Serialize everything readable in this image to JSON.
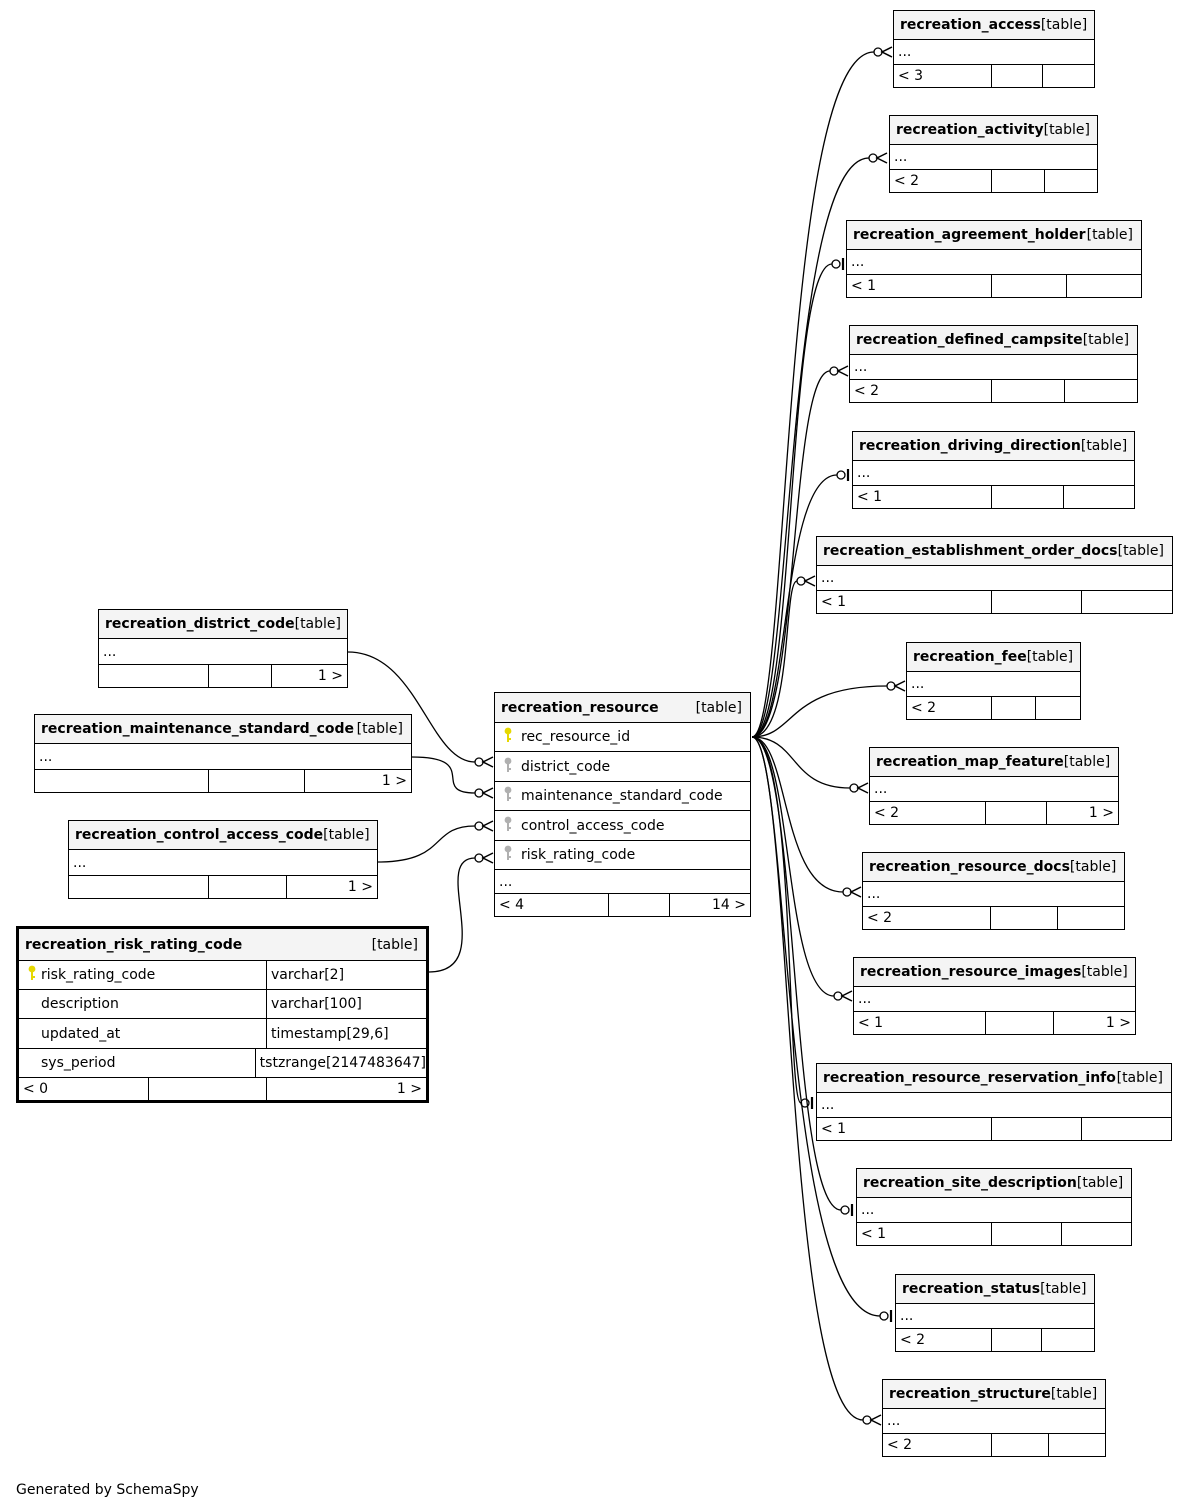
{
  "footer": {
    "generated_by": "Generated by SchemaSpy"
  },
  "colors": {
    "primary_key_icon": "#e6d800",
    "foreign_key_icon": "#b0b0b0",
    "header_bg": "#f4f4f4",
    "line": "#000000"
  },
  "center_table": {
    "name": "recreation_resource",
    "kind": "[table]",
    "columns": [
      {
        "name": "rec_resource_id",
        "key": "primary-key-icon"
      },
      {
        "name": "district_code",
        "key": "foreign-key-icon"
      },
      {
        "name": "maintenance_standard_code",
        "key": "foreign-key-icon"
      },
      {
        "name": "control_access_code",
        "key": "foreign-key-icon"
      },
      {
        "name": "risk_rating_code",
        "key": "foreign-key-icon"
      }
    ],
    "ellipsis": "...",
    "children_label": "< 4",
    "mid_label": "",
    "parents_label": "14 >"
  },
  "focus_table": {
    "name": "recreation_risk_rating_code",
    "kind": "[table]",
    "columns": [
      {
        "name": "risk_rating_code",
        "type": "varchar[2]",
        "key": "primary-key-icon"
      },
      {
        "name": "description",
        "type": "varchar[100]",
        "key": ""
      },
      {
        "name": "updated_at",
        "type": "timestamp[29,6]",
        "key": ""
      },
      {
        "name": "sys_period",
        "type": "tstzrange[2147483647]",
        "key": ""
      }
    ],
    "children_label": "< 0",
    "mid_label": "",
    "parents_label": "1 >"
  },
  "left_tables": [
    {
      "name": "recreation_district_code",
      "kind": "[table]",
      "ellipsis": "...",
      "children_label": "",
      "mid_label": "",
      "parents_label": "1 >"
    },
    {
      "name": "recreation_maintenance_standard_code",
      "kind": "[table]",
      "ellipsis": "...",
      "children_label": "",
      "mid_label": "",
      "parents_label": "1 >"
    },
    {
      "name": "recreation_control_access_code",
      "kind": "[table]",
      "ellipsis": "...",
      "children_label": "",
      "mid_label": "",
      "parents_label": "1 >"
    }
  ],
  "right_tables": [
    {
      "name": "recreation_access",
      "kind": "[table]",
      "ellipsis": "...",
      "children_label": "< 3",
      "mid_label": "",
      "parents_label": ""
    },
    {
      "name": "recreation_activity",
      "kind": "[table]",
      "ellipsis": "...",
      "children_label": "< 2",
      "mid_label": "",
      "parents_label": ""
    },
    {
      "name": "recreation_agreement_holder",
      "kind": "[table]",
      "ellipsis": "...",
      "children_label": "< 1",
      "mid_label": "",
      "parents_label": ""
    },
    {
      "name": "recreation_defined_campsite",
      "kind": "[table]",
      "ellipsis": "...",
      "children_label": "< 2",
      "mid_label": "",
      "parents_label": ""
    },
    {
      "name": "recreation_driving_direction",
      "kind": "[table]",
      "ellipsis": "...",
      "children_label": "< 1",
      "mid_label": "",
      "parents_label": ""
    },
    {
      "name": "recreation_establishment_order_docs",
      "kind": "[table]",
      "ellipsis": "...",
      "children_label": "< 1",
      "mid_label": "",
      "parents_label": ""
    },
    {
      "name": "recreation_fee",
      "kind": "[table]",
      "ellipsis": "...",
      "children_label": "< 2",
      "mid_label": "",
      "parents_label": ""
    },
    {
      "name": "recreation_map_feature",
      "kind": "[table]",
      "ellipsis": "...",
      "children_label": "< 2",
      "mid_label": "",
      "parents_label": "1 >"
    },
    {
      "name": "recreation_resource_docs",
      "kind": "[table]",
      "ellipsis": "...",
      "children_label": "< 2",
      "mid_label": "",
      "parents_label": ""
    },
    {
      "name": "recreation_resource_images",
      "kind": "[table]",
      "ellipsis": "...",
      "children_label": "< 1",
      "mid_label": "",
      "parents_label": "1 >"
    },
    {
      "name": "recreation_resource_reservation_info",
      "kind": "[table]",
      "ellipsis": "...",
      "children_label": "< 1",
      "mid_label": "",
      "parents_label": ""
    },
    {
      "name": "recreation_site_description",
      "kind": "[table]",
      "ellipsis": "...",
      "children_label": "< 1",
      "mid_label": "",
      "parents_label": ""
    },
    {
      "name": "recreation_status",
      "kind": "[table]",
      "ellipsis": "...",
      "children_label": "< 2",
      "mid_label": "",
      "parents_label": ""
    },
    {
      "name": "recreation_structure",
      "kind": "[table]",
      "ellipsis": "...",
      "children_label": "< 2",
      "mid_label": "",
      "parents_label": ""
    }
  ]
}
